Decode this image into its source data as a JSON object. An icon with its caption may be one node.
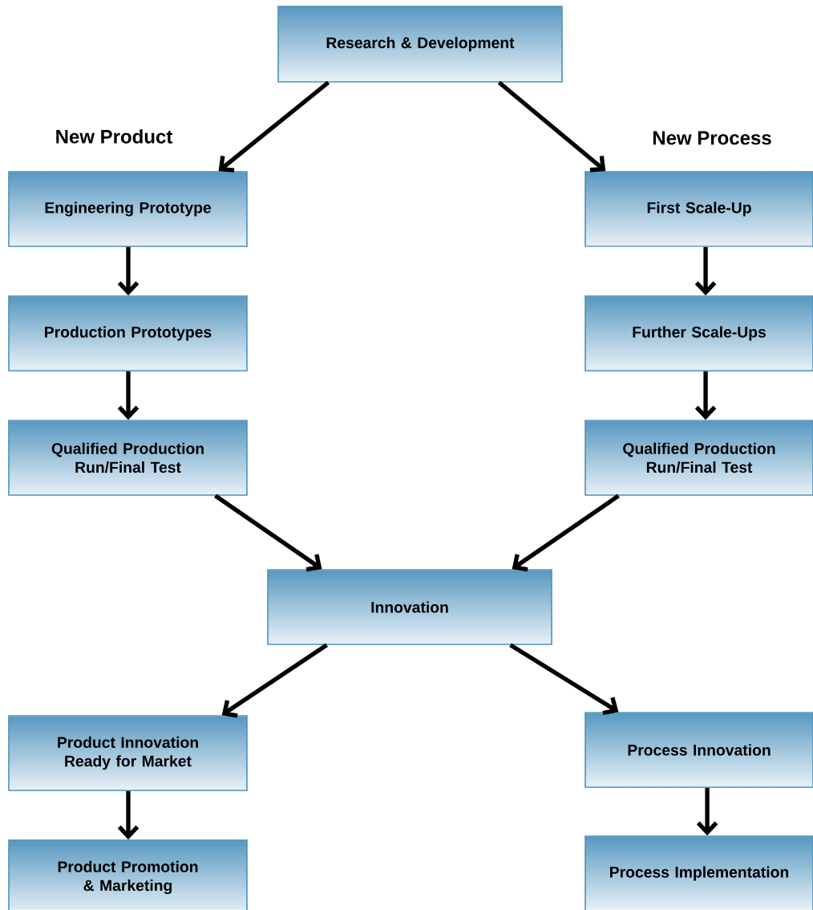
{
  "diagram": {
    "nodes": [
      {
        "text": [
          "Research & Development"
        ]
      },
      {
        "text": [
          "Engineering Prototype"
        ]
      },
      {
        "text": [
          "Production Prototypes"
        ]
      },
      {
        "text": [
          "Qualified Production Run/Final Test"
        ]
      },
      {
        "text": [
          "First Scale-Up"
        ]
      },
      {
        "text": [
          "Further Scale-Ups"
        ]
      },
      {
        "text": [
          "Qualified Production Run/Final Test"
        ]
      },
      {
        "text": [
          "Innovation"
        ]
      },
      {
        "text": [
          "Product Innovation Ready for Market"
        ]
      },
      {
        "text": [
          "Product Promotion & Marketing"
        ]
      },
      {
        "text": [
          "Process Innovation"
        ]
      },
      {
        "text": [
          "Process Implementation"
        ]
      }
    ],
    "edges": [
      {
        "from": 0,
        "to": 1,
        "arrow": "to"
      },
      {
        "from": 0,
        "to": 4,
        "arrow": "to"
      },
      {
        "from": 1,
        "to": 2,
        "arrow": "to"
      },
      {
        "from": 2,
        "to": 3,
        "arrow": "to"
      },
      {
        "from": 4,
        "to": 5,
        "arrow": "to"
      },
      {
        "from": 5,
        "to": 6,
        "arrow": "to"
      },
      {
        "from": 3,
        "to": 7,
        "arrow": "to"
      },
      {
        "from": 6,
        "to": 7,
        "arrow": "to"
      },
      {
        "from": 7,
        "to": 8,
        "arrow": "to"
      },
      {
        "from": 7,
        "to": 10,
        "arrow": "to"
      },
      {
        "from": 8,
        "to": 9,
        "arrow": "to"
      },
      {
        "from": 10,
        "to": 11,
        "arrow": "to"
      }
    ],
    "labels": [
      "New Product",
      "New Process"
    ]
  }
}
